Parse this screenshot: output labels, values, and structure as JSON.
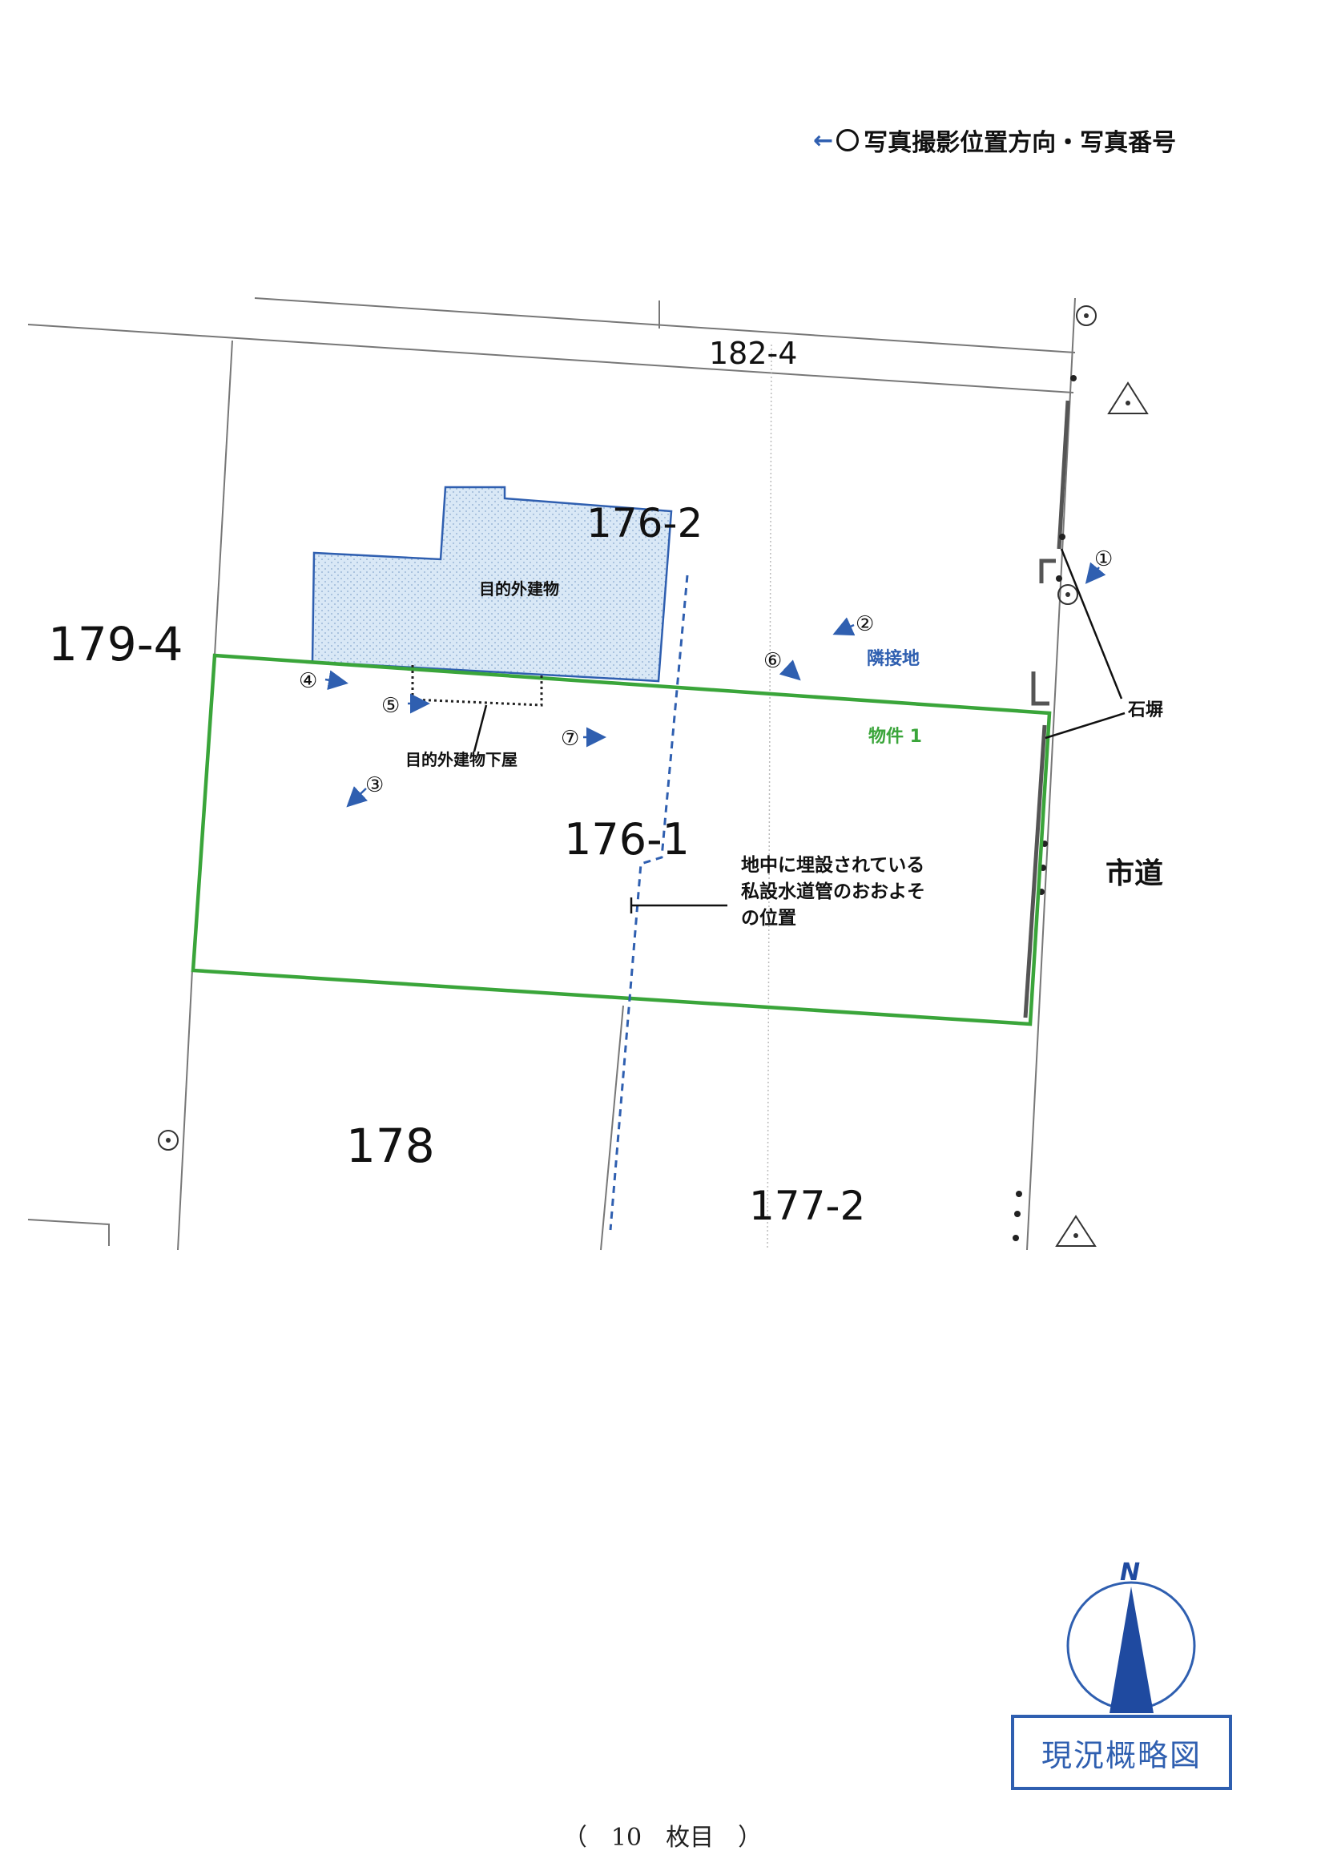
{
  "legend": {
    "text": "写真撮影位置方向・写真番号"
  },
  "parcels": {
    "p182_4": "182-4",
    "p176_2": "176-2",
    "p179_4": "179-4",
    "p176_1": "176-1",
    "p178": "178",
    "p177_2": "177-2"
  },
  "labels": {
    "building": "目的外建物",
    "under_building": "目的外建物下屋",
    "neighbor": "隣接地",
    "property": "物件 1",
    "stone_wall": "石塀",
    "city_road": "市道",
    "pipe_line1": "地中に埋設されている",
    "pipe_line2": "私設水道管のおおよそ",
    "pipe_line3": "の位置"
  },
  "photos": {
    "p1": "①",
    "p2": "②",
    "p3": "③",
    "p4": "④",
    "p5": "⑤",
    "p6": "⑥",
    "p7": "⑦"
  },
  "compass": {
    "north": "N"
  },
  "title": "現況概略図",
  "page": "（　10　枚目　）",
  "colors": {
    "property_outline": "#3aa53a",
    "building_fill": "#d6e6f5",
    "building_outline": "#2f5fb0",
    "pipe": "#2f5fb0",
    "arrow": "#2f5fb0"
  }
}
